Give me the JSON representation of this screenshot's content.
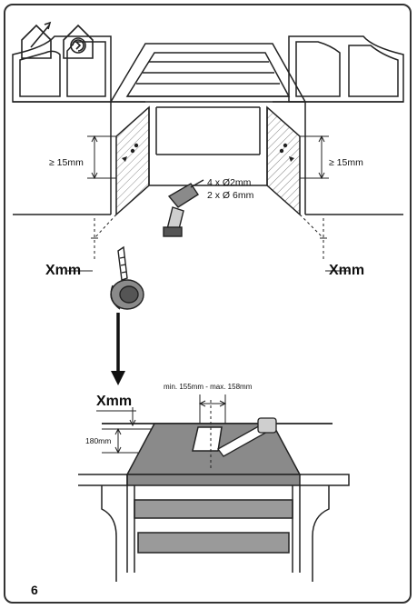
{
  "labels": {
    "left_clearance": "≥ 15mm",
    "right_clearance": "≥ 15mm",
    "drill_line1": "4 x Ø2mm",
    "drill_line2": "2 x Ø 6mm",
    "xmm_left": "Xmm",
    "xmm_right": "Xmm",
    "xmm_lower": "Xmm",
    "width_range": "min. 155mm - max. 158mm",
    "depth": "180mm",
    "page_number": "6"
  },
  "icons": [
    "indoor-use-icon",
    "recirculation-icon",
    "drill-icon",
    "tape-measure-icon"
  ],
  "colors": {
    "line": "#222222",
    "fill_gray": "#8a8a8a",
    "fill_dark": "#555555",
    "fill_light": "#cfcfcf"
  }
}
